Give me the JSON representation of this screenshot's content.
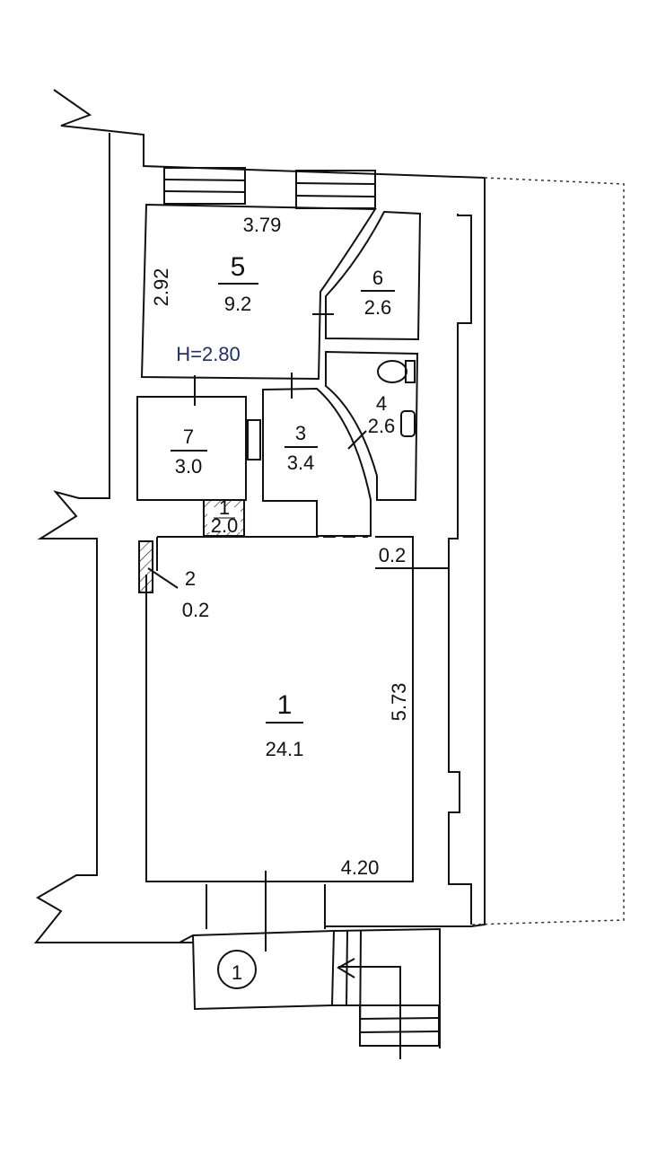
{
  "plan": {
    "ceiling_height": "H=2.80",
    "rooms": [
      {
        "number": "1",
        "area": "24.1"
      },
      {
        "number": "2",
        "area": "0.2"
      },
      {
        "number": "3",
        "area": "3.4"
      },
      {
        "number": "4",
        "area": "2.6"
      },
      {
        "number": "5",
        "area": "9.2"
      },
      {
        "number": "6",
        "area": "2.6"
      },
      {
        "number": "7",
        "area": "3.0"
      },
      {
        "number": "1",
        "area": "2.0"
      }
    ],
    "dimensions": {
      "room5_width": "3.79",
      "room5_depth": "2.92",
      "room1_length": "5.73",
      "room1_width": "4.20",
      "wall_offset": "0.2"
    },
    "entrance_marker": "1"
  }
}
